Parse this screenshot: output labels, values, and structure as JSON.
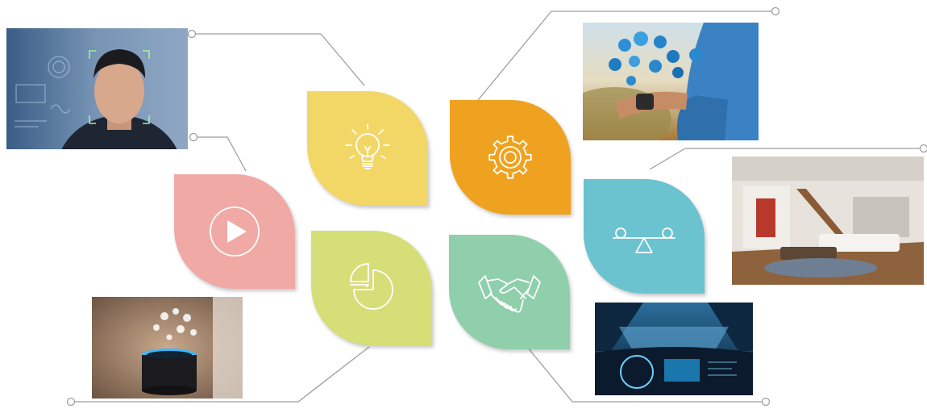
{
  "colors": {
    "connector": "#9e9e9e",
    "icon_stroke": "#ffffff",
    "tile_video": "#f0a9a5",
    "tile_idea": "#f2d766",
    "tile_settings": "#eea220",
    "tile_analytics": "#d6de78",
    "tile_partnership": "#8fcfab",
    "tile_balance": "#6ac3cf"
  },
  "tiles": [
    {
      "name": "video",
      "icon": "play-icon",
      "color": "#f0a9a5"
    },
    {
      "name": "idea",
      "icon": "lightbulb-icon",
      "color": "#f2d766"
    },
    {
      "name": "settings",
      "icon": "gear-icon",
      "color": "#eea220"
    },
    {
      "name": "analytics",
      "icon": "pie-chart-icon",
      "color": "#d6de78"
    },
    {
      "name": "partnership",
      "icon": "handshake-icon",
      "color": "#8fcfab"
    },
    {
      "name": "balance",
      "icon": "seesaw-icon",
      "color": "#6ac3cf"
    }
  ],
  "photos": [
    {
      "name": "face-recognition-photo"
    },
    {
      "name": "smartwatch-apps-photo"
    },
    {
      "name": "smart-home-interior-photo"
    },
    {
      "name": "smart-speaker-photo"
    },
    {
      "name": "car-dashboard-photo"
    }
  ]
}
